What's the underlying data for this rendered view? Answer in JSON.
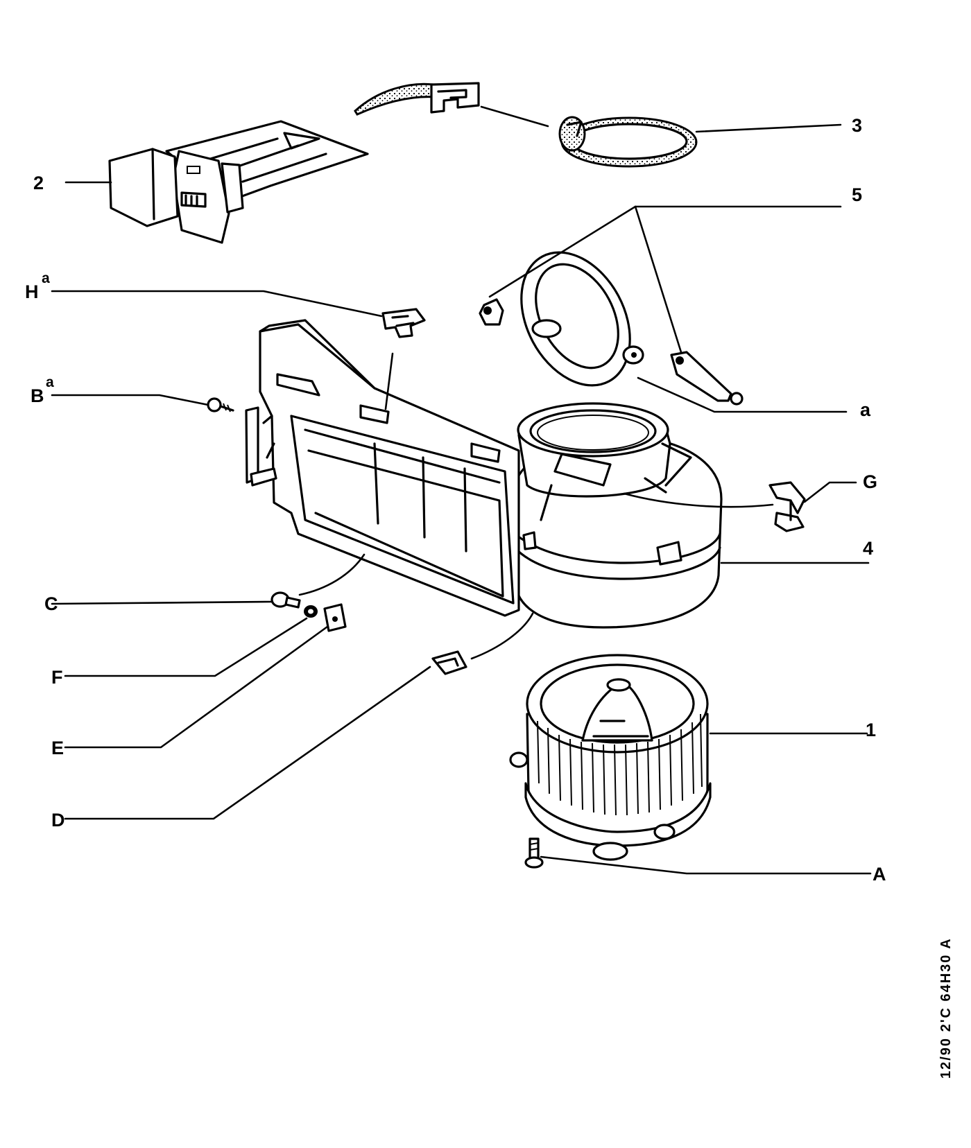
{
  "labels": {
    "l1": "1",
    "l2": "2",
    "l3": "3",
    "l4": "4",
    "l5": "5",
    "lA": "A",
    "lB": "B",
    "lB_sup": "a",
    "lC": "C",
    "lD": "D",
    "lE": "E",
    "lF": "F",
    "lG": "G",
    "lH": "H",
    "lH_sup": "a",
    "la": "a"
  },
  "reference": "12/90 2'C 64H30 A"
}
